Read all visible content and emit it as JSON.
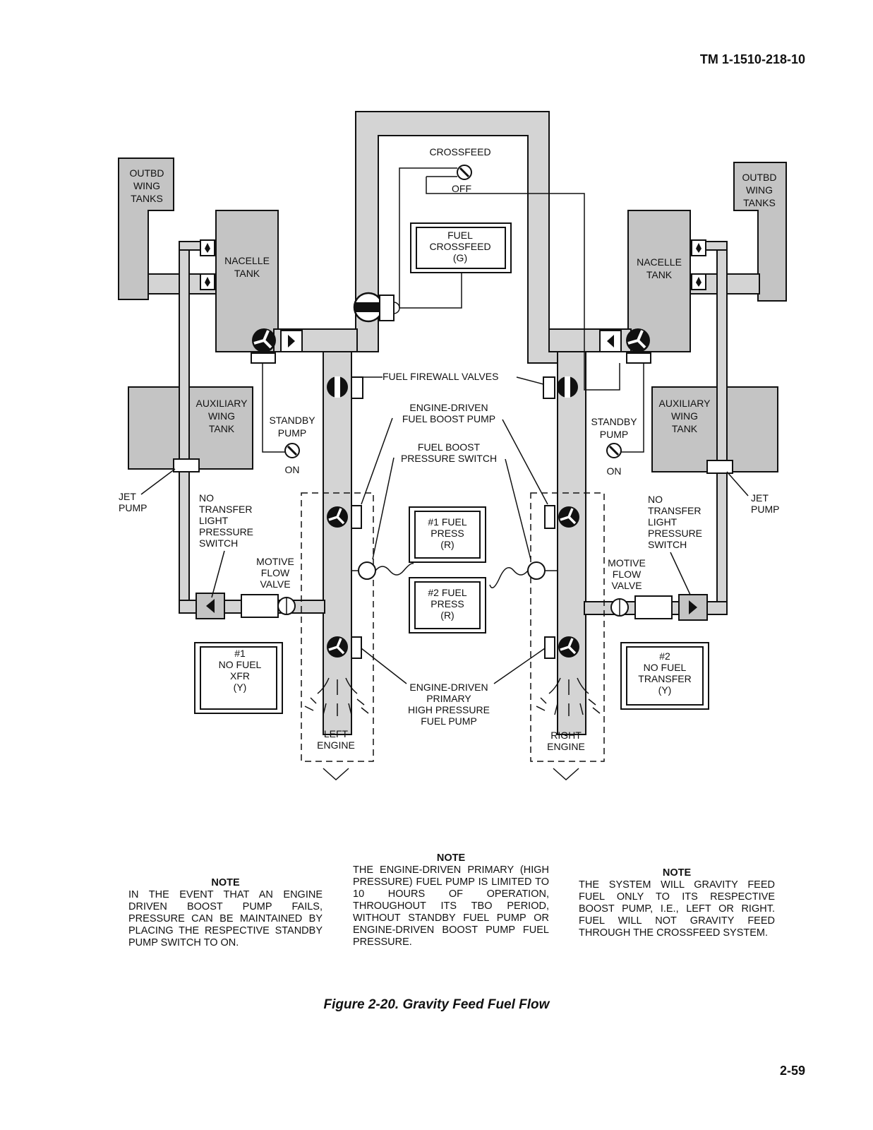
{
  "header": {
    "doc_id": "TM 1-1510-218-10",
    "page_number": "2-59"
  },
  "caption": "Figure 2-20.  Gravity Feed Fuel Flow",
  "labels": {
    "crossfeed": "CROSSFEED",
    "off": "OFF",
    "outbd_wing_tanks": [
      "OUTBD",
      "WING",
      "TANKS"
    ],
    "nacelle_tank": [
      "NACELLE",
      "TANK"
    ],
    "auxiliary_wing_tank": [
      "AUXILIARY",
      "WING",
      "TANK"
    ],
    "fuel_crossfeed_annunciator": [
      "FUEL",
      "CROSSFEED",
      "(G)"
    ],
    "fuel_firewall_valves": "FUEL FIREWALL VALVES",
    "engine_driven_fuel_boost_pump": [
      "ENGINE-DRIVEN",
      "FUEL BOOST PUMP"
    ],
    "fuel_boost_pressure_switch": [
      "FUEL BOOST",
      "PRESSURE SWITCH"
    ],
    "standby_pump": [
      "STANDBY",
      "PUMP"
    ],
    "on": "ON",
    "jet_pump": [
      "JET",
      "PUMP"
    ],
    "no_transfer_light_pressure_switch": [
      "NO",
      "TRANSFER",
      "LIGHT",
      "PRESSURE",
      "SWITCH"
    ],
    "motive_flow_valve": [
      "MOTIVE",
      "FLOW",
      "VALVE"
    ],
    "fuel_press_1": [
      "#1 FUEL",
      "PRESS",
      "(R)"
    ],
    "fuel_press_2": [
      "#2 FUEL",
      "PRESS",
      "(R)"
    ],
    "no_fuel_xfr_1": [
      "#1",
      "NO FUEL",
      "XFR",
      "(Y)"
    ],
    "no_fuel_transfer_2": [
      "#2",
      "NO FUEL",
      "TRANSFER",
      "(Y)"
    ],
    "primary_pump": [
      "ENGINE-DRIVEN",
      "PRIMARY",
      "HIGH PRESSURE",
      "FUEL PUMP"
    ],
    "left_engine": [
      "LEFT",
      "ENGINE"
    ],
    "right_engine": [
      "RIGHT",
      "ENGINE"
    ]
  },
  "notes": [
    {
      "title": "NOTE",
      "text": "IN THE EVENT THAT AN ENGINE DRIVEN BOOST PUMP FAILS, PRESSURE CAN BE MAINTAINED BY PLACING THE RESPECTIVE STANDBY PUMP SWITCH TO ON."
    },
    {
      "title": "NOTE",
      "text": "THE ENGINE-DRIVEN PRIMARY (HIGH PRESSURE) FUEL PUMP IS LIMITED TO 10 HOURS OF OPERATION, THROUGHOUT ITS TBO PERIOD, WITHOUT STANDBY FUEL PUMP OR ENGINE-DRIVEN BOOST PUMP FUEL PRESSURE."
    },
    {
      "title": "NOTE",
      "text": "THE SYSTEM WILL GRAVITY FEED FUEL ONLY TO ITS RESPECTIVE BOOST PUMP, I.E., LEFT OR RIGHT. FUEL WILL NOT GRAVITY FEED THROUGH THE CROSSFEED SYSTEM."
    }
  ]
}
